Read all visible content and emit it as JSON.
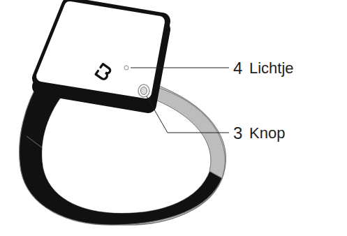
{
  "diagram": {
    "labels": [
      "4",
      "Lichtje",
      "3",
      "Knop"
    ]
  }
}
